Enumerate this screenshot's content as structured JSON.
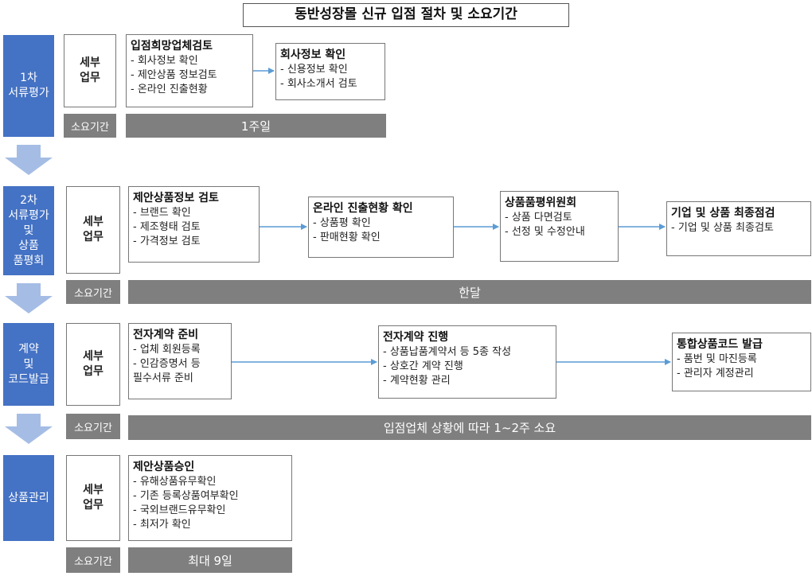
{
  "title": "동반성장몰 신규 입점 절차 및 소요기간",
  "common": {
    "detail_label": "세부\n업무",
    "duration_label": "소요기간"
  },
  "colors": {
    "phase": "#4472c4",
    "duration": "#7f7f7f",
    "arrow": "#5b9bd5",
    "down_arrow": "#a5bde5"
  },
  "phases": [
    {
      "name": "1차\n서류평가",
      "duration": "1주일",
      "boxes": [
        {
          "title": "입점희망업체검토",
          "items": [
            "- 회사정보 확인",
            "- 제안상품 정보검토",
            "- 온라인 진출현황"
          ]
        },
        {
          "title": "회사정보 확인",
          "items": [
            "- 신용정보 확인",
            "- 회사소개서 검토"
          ]
        }
      ]
    },
    {
      "name": "2차\n서류평가\n및\n상품\n품평회",
      "duration": "한달",
      "boxes": [
        {
          "title": "제안상품정보 검토",
          "items": [
            "- 브랜드 확인",
            "- 제조형태 검토",
            "- 가격정보 검토"
          ]
        },
        {
          "title": "온라인 진출현황 확인",
          "items": [
            "- 상품평 확인",
            "- 판매현황 확인"
          ]
        },
        {
          "title": "상품품평위원회",
          "items": [
            "- 상품 다면검토",
            "- 선정 및 수정안내"
          ]
        },
        {
          "title": "기업 및 상품 최종점검",
          "items": [
            "- 기업 및 상품 최종검토"
          ]
        }
      ]
    },
    {
      "name": "계약\n및\n코드발급",
      "duration": "입점업체 상황에 따라 1~2주 소요",
      "boxes": [
        {
          "title": "전자계약 준비",
          "items": [
            "- 업체 회원등록",
            "- 인감증명서 등\n  필수서류 준비"
          ]
        },
        {
          "title": "전자계약 진행",
          "items": [
            "- 상품납품계약서 등 5종 작성",
            "- 상호간 계약 진행",
            "- 계약현황 관리"
          ]
        },
        {
          "title": "통합상품코드 발급",
          "items": [
            "- 품번 및 마진등록",
            "- 관리자 계정관리"
          ]
        }
      ]
    },
    {
      "name": "상품관리",
      "duration": "최대 9일",
      "boxes": [
        {
          "title": "제안상품승인",
          "items": [
            "- 유해상품유무확인",
            "- 기존 등록상품여부확인",
            "- 국외브랜드유무확인",
            "- 최저가 확인"
          ]
        }
      ]
    }
  ]
}
